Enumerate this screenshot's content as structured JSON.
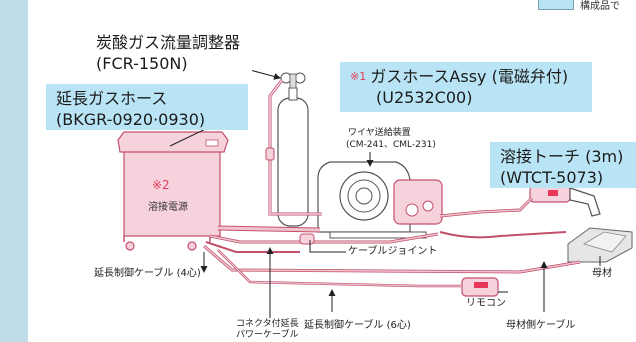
{
  "colors": {
    "stripe": "#bfdcea",
    "callout_bg": "#b9e4f5",
    "equipment_fill": "#f6d3dc",
    "equipment_stroke": "#c2506c",
    "note_color": "#e8385a",
    "cable_fill": "#f0c4cf"
  },
  "legend": {
    "label": "構成品で"
  },
  "callouts": {
    "co2_regulator": {
      "line1": "炭酸ガス流量調整器",
      "line2": "(FCR-150N)"
    },
    "gas_hose_assy": {
      "note": "※1",
      "line1": "ガスホースAssy (電磁弁付)",
      "line2": "(U2532C00)"
    },
    "extension_gas_hose": {
      "line1": "延長ガスホース",
      "line2": "(BKGR-0920·0930)"
    },
    "torch": {
      "line1": "溶接トーチ (3m)",
      "line2": "(WTCT-5073)"
    }
  },
  "equipment": {
    "power_source": {
      "note": "※2",
      "label": "溶接電源"
    }
  },
  "labels": {
    "wire_feeder_line1": "ワイヤ送給装置",
    "wire_feeder_line2": "(CM-241、CML-231)",
    "cable_joint": "ケーブルジョイント",
    "ext_control_cable_4": "延長制御ケーブル (4心)",
    "base_metal": "母材",
    "remote": "リモコン",
    "connector_power_cable_line1": "コネクタ付延長",
    "connector_power_cable_line2": "パワーケーブル",
    "ext_control_cable_6": "延長制御ケーブル (6心)",
    "base_metal_cable": "母材側ケーブル"
  }
}
